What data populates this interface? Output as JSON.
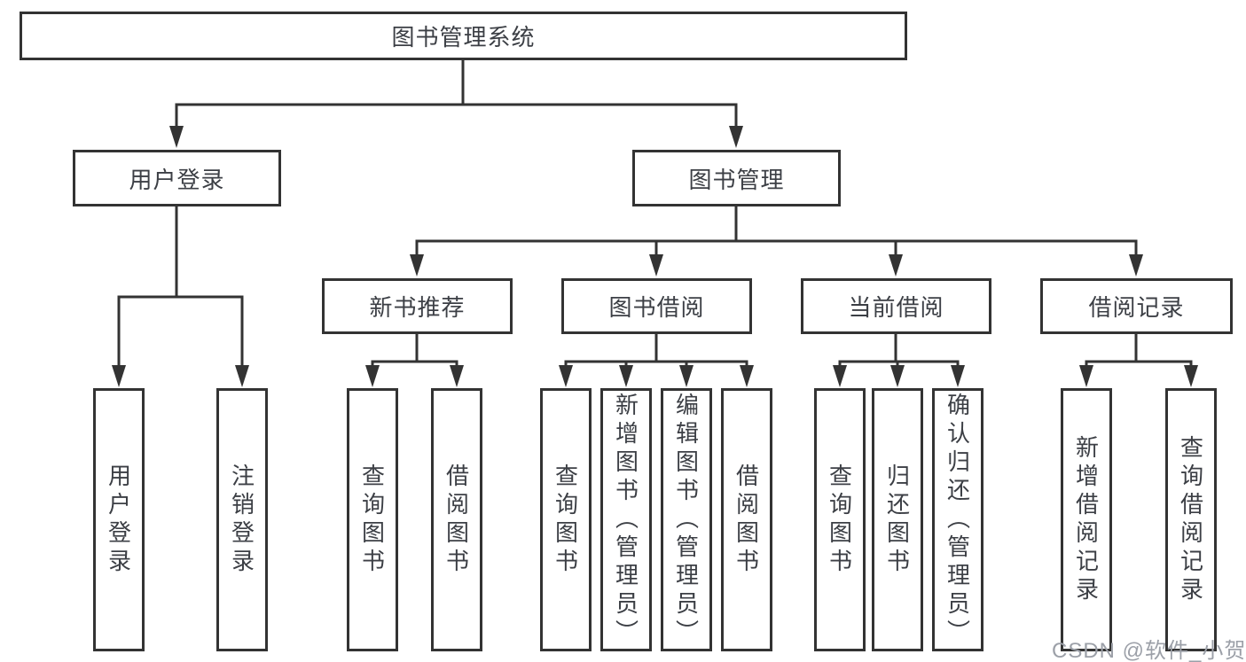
{
  "diagram": {
    "root": {
      "label": "图书管理系统",
      "children": [
        {
          "label": "用户登录",
          "children": [
            {
              "label": "用户登录"
            },
            {
              "label": "注销登录"
            }
          ]
        },
        {
          "label": "图书管理",
          "children": [
            {
              "label": "新书推荐",
              "children": [
                {
                  "label": "查询图书"
                },
                {
                  "label": "借阅图书"
                }
              ]
            },
            {
              "label": "图书借阅",
              "children": [
                {
                  "label": "查询图书"
                },
                {
                  "label": "新增图书（管理员）"
                },
                {
                  "label": "编辑图书（管理员）"
                },
                {
                  "label": "借阅图书"
                }
              ]
            },
            {
              "label": "当前借阅",
              "children": [
                {
                  "label": "查询图书"
                },
                {
                  "label": "归还图书"
                },
                {
                  "label": "确认归还（管理员）"
                }
              ]
            },
            {
              "label": "借阅记录",
              "children": [
                {
                  "label": "新增借阅记录"
                },
                {
                  "label": "查询借阅记录"
                }
              ]
            }
          ]
        }
      ]
    }
  },
  "watermark": {
    "text": "CSDN @软件_小贺同学"
  },
  "colors": {
    "line": "#333333",
    "text": "#3c3f45",
    "watermark": "#9ca0a8",
    "background": "#ffffff"
  }
}
